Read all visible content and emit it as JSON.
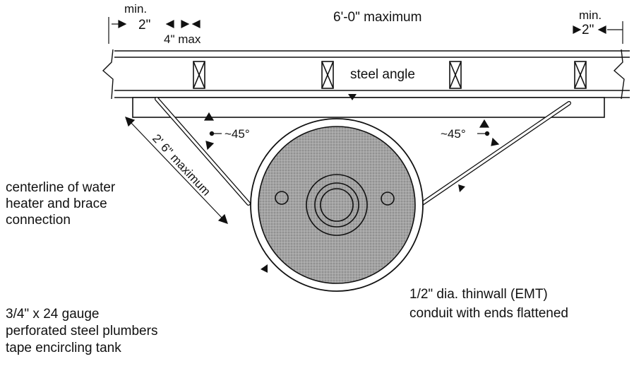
{
  "dimensions": {
    "left_min_label": "min.",
    "left_min_value": "2\"",
    "gap_max": "4\" max",
    "span_max": "6'-0\" maximum",
    "right_min_label": "min.",
    "right_min_value": "2\"",
    "brace_max": "2' 6\" maximum"
  },
  "members": {
    "steel_angle": "steel angle"
  },
  "angles": {
    "left": "~45°",
    "right": "~45°"
  },
  "notes": {
    "centerline": [
      "centerline of water",
      "heater and brace",
      "connection"
    ],
    "strap": [
      "3/4\" x 24 gauge",
      "perforated steel plumbers",
      "tape encircling tank"
    ],
    "conduit": [
      "1/2\" dia. thinwall (EMT)",
      "conduit with ends flattened"
    ]
  },
  "colors": {
    "line": "#111111",
    "tank_fill": "#9a9a9a",
    "paper": "#ffffff"
  }
}
